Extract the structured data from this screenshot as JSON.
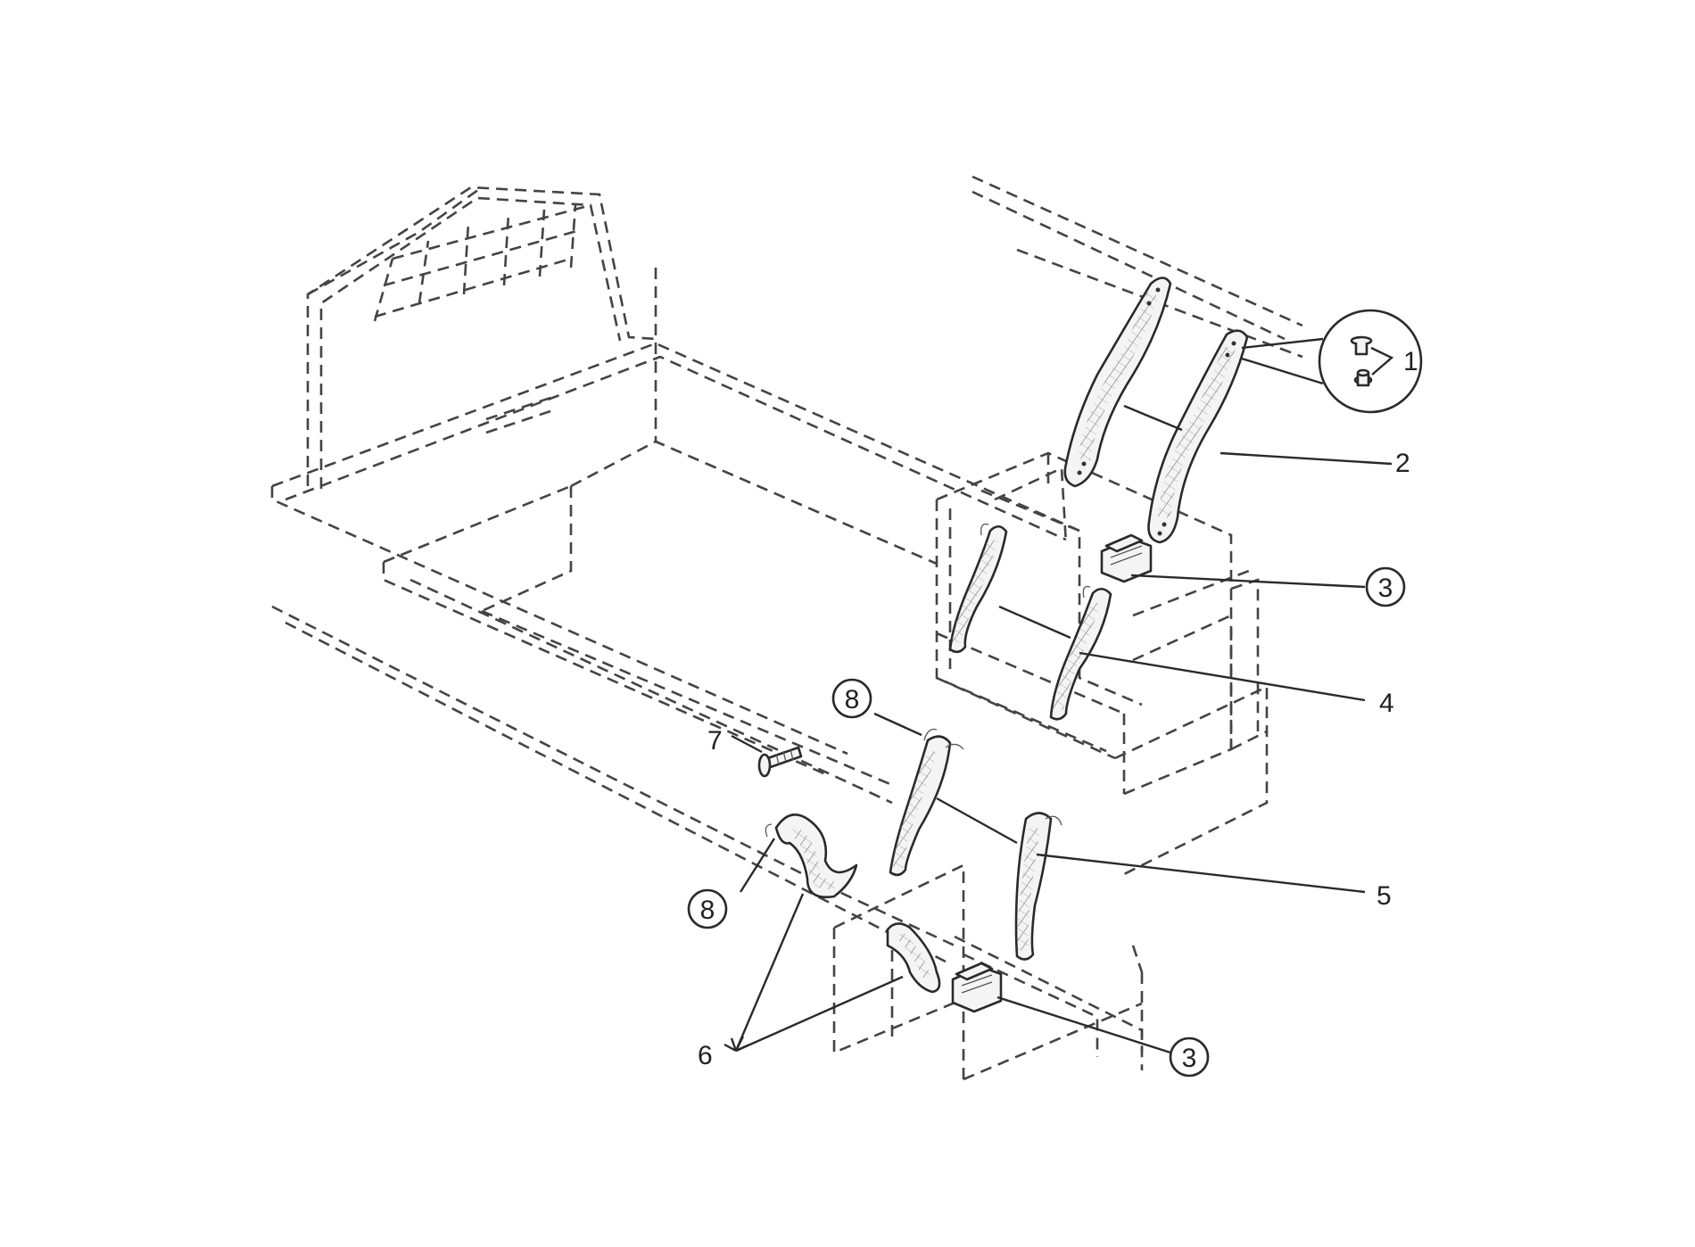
{
  "callouts": [
    {
      "id": "c1",
      "text": "1"
    },
    {
      "id": "c2",
      "text": "2"
    },
    {
      "id": "c3a",
      "text": "3"
    },
    {
      "id": "c3b",
      "text": "3"
    },
    {
      "id": "c4",
      "text": "4"
    },
    {
      "id": "c5",
      "text": "5"
    },
    {
      "id": "c6",
      "text": "6"
    },
    {
      "id": "c7",
      "text": "7"
    },
    {
      "id": "c8a",
      "text": "8"
    },
    {
      "id": "c8b",
      "text": "8"
    }
  ]
}
